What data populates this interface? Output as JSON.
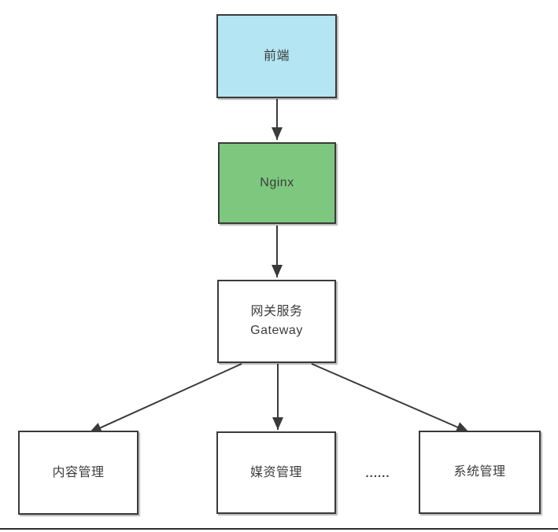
{
  "diagram": {
    "ellipsis": "......",
    "colors": {
      "node_border": "#3a3a3a",
      "arrow": "#3a3a3a",
      "text": "#3d3d3d",
      "frontend_fill": "#b3e6f2",
      "nginx_fill": "#7dc87e",
      "plain_fill": "#ffffff",
      "bottom_rule": "#2d2d2d"
    },
    "nodes": [
      {
        "id": "frontend",
        "label": "前端"
      },
      {
        "id": "nginx",
        "label": "Nginx"
      },
      {
        "id": "gateway",
        "label": "网关服务",
        "label2": "Gateway"
      },
      {
        "id": "content",
        "label": "内容管理"
      },
      {
        "id": "media",
        "label": "媒资管理"
      },
      {
        "id": "system",
        "label": "系统管理"
      }
    ],
    "edges": [
      {
        "from": "前端",
        "to": "Nginx"
      },
      {
        "from": "Nginx",
        "to": "网关服务 Gateway"
      },
      {
        "from": "网关服务 Gateway",
        "to": "内容管理"
      },
      {
        "from": "网关服务 Gateway",
        "to": "媒资管理"
      },
      {
        "from": "网关服务 Gateway",
        "to": "系统管理"
      }
    ]
  }
}
